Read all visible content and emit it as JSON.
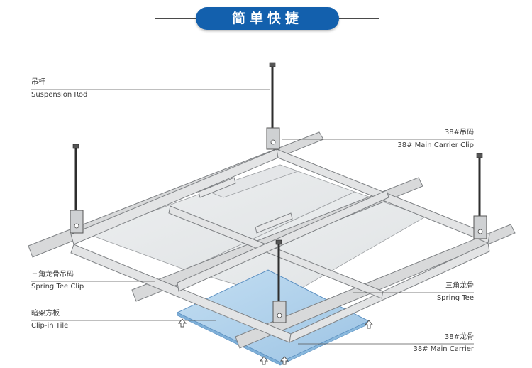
{
  "header": {
    "title": "简单快捷"
  },
  "labels": {
    "suspension_rod_cn": "吊杆",
    "suspension_rod_en": "Suspension Rod",
    "main_carrier_clip_cn": "38#吊码",
    "main_carrier_clip_en": "38# Main Carrier Clip",
    "spring_tee_clip_cn": "三角龙骨吊码",
    "spring_tee_clip_en": "Spring Tee Clip",
    "spring_tee_cn": "三角龙骨",
    "spring_tee_en": "Spring Tee",
    "clip_in_tile_cn": "暗架方板",
    "clip_in_tile_en": "Clip-in Tile",
    "main_carrier_cn": "38#龙骨",
    "main_carrier_en": "38#  Main Carrier"
  },
  "icons": [
    "up-arrow-icon"
  ],
  "colors": {
    "title_bg": "#1360ad",
    "tile": "#a9cce8",
    "rail": "#d9dadb",
    "rod": "#3a3a3a"
  }
}
